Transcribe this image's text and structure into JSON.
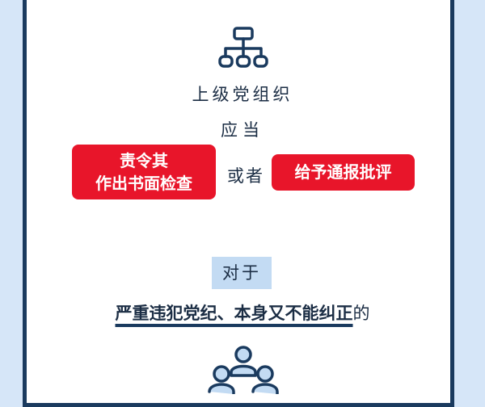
{
  "text": {
    "superior_org": "上级党组织",
    "should": "应当",
    "option1_line1": "责令其",
    "option1_line2": "作出书面检查",
    "or": "或者",
    "option2": "给予通报批评",
    "against": "对于",
    "headline_part1": "严重违犯党纪",
    "headline_sep": "、",
    "headline_part2": "本身又不能纠正",
    "headline_suffix": "的"
  },
  "icons": {
    "top": "org-chart-icon",
    "bottom": "people-group-icon"
  },
  "colors": {
    "background": "#d6e6f8",
    "border": "#1a3a5e",
    "accent_red": "#e8152a",
    "highlight_blue": "#c3dbf3",
    "text": "#1b2d44"
  }
}
